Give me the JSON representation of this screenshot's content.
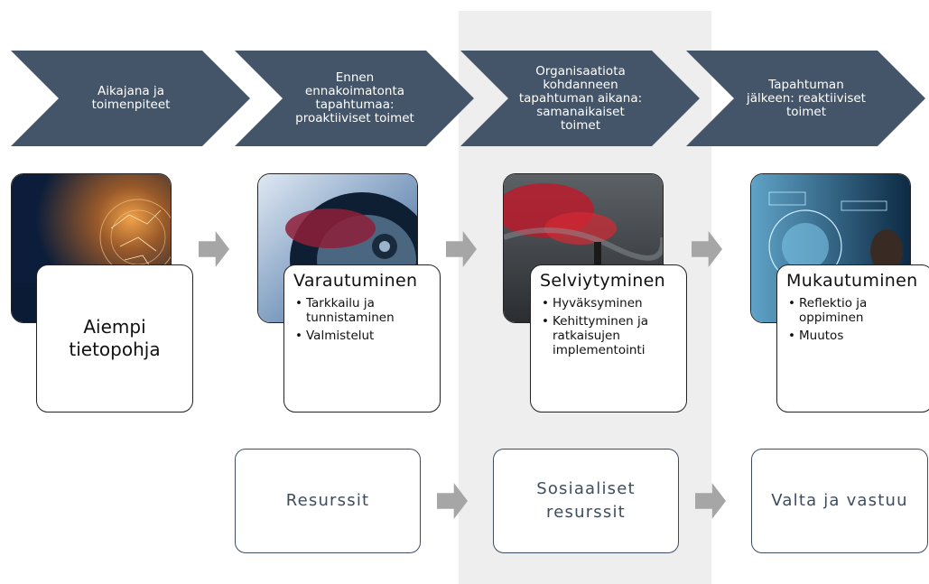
{
  "chevrons": [
    {
      "text": "Aikajana ja\ntoimenpiteet"
    },
    {
      "text": "Ennen\nennakoimatonta\ntapahtumaa:\nproaktiiviset toimet"
    },
    {
      "text": "Organisaatiota\nkohdanneen\ntapahtuman aikana:\nsamanaikaiset\ntoimet"
    },
    {
      "text": "Tapahtuman\njälkeen: reaktiiviset\ntoimet"
    }
  ],
  "photos": [
    {
      "icon": "brain-network-photo"
    },
    {
      "icon": "security-camera-photo"
    },
    {
      "icon": "red-smoke-flare-photo"
    },
    {
      "icon": "digital-interface-photo"
    }
  ],
  "cards": [
    {
      "text": "Aiempi\ntietopohja"
    },
    {
      "title": "Varautuminen",
      "bullets": [
        "Tarkkailu ja\ntunnistaminen",
        "Valmistelut"
      ]
    },
    {
      "title": "Selviytyminen",
      "bullets": [
        "Hyväksyminen",
        "Kehittyminen ja\nratkaisujen\nimplementointi"
      ]
    },
    {
      "title": "Mukautuminen",
      "bullets": [
        "Reflektio ja\noppiminen",
        "Muutos"
      ]
    }
  ],
  "resources": [
    {
      "text": "Resurssit"
    },
    {
      "text": "Sosiaaliset\nresurssit"
    },
    {
      "text": "Valta ja vastuu"
    }
  ],
  "colors": {
    "chevron": "#445469",
    "band": "#eeeeee",
    "arrow": "#a6a6a6",
    "resource_border": "#3e4c60"
  }
}
